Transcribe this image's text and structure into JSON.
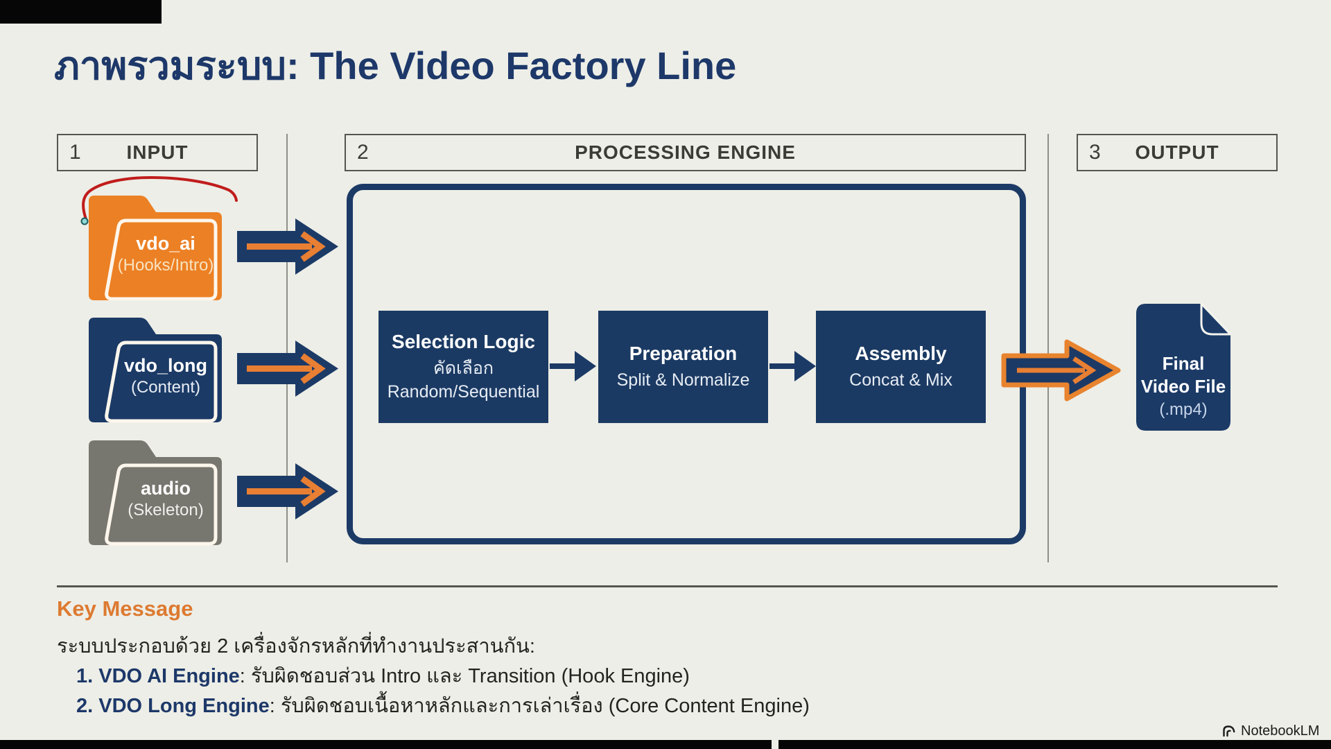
{
  "title": "ภาพรวมระบบ: The Video Factory Line",
  "headers": {
    "input": {
      "number": "1",
      "label": "INPUT"
    },
    "processing": {
      "number": "2",
      "label": "PROCESSING ENGINE"
    },
    "output": {
      "number": "3",
      "label": "OUTPUT"
    }
  },
  "folders": [
    {
      "name": "vdo_ai",
      "subtitle": "(Hooks/Intro)",
      "color": "#ec8024"
    },
    {
      "name": "vdo_long",
      "subtitle": "(Content)",
      "color": "#1b3a66"
    },
    {
      "name": "audio",
      "subtitle": "(Skeleton)",
      "color": "#77766f"
    }
  ],
  "process_steps": [
    {
      "title": "Selection Logic",
      "lines": [
        "คัดเลือก",
        "Random/Sequential"
      ]
    },
    {
      "title": "Preparation",
      "lines": [
        "Split & Normalize"
      ]
    },
    {
      "title": "Assembly",
      "lines": [
        "Concat & Mix"
      ]
    }
  ],
  "output_file": {
    "line1": "Final",
    "line2": "Video File",
    "ext": "(.mp4)"
  },
  "key_message": {
    "heading": "Key Message",
    "intro": "ระบบประกอบด้วย 2 เครื่องจักรหลักที่ทำงานประสานกัน:",
    "items": [
      {
        "bold": "1. VDO AI Engine",
        "rest": ": รับผิดชอบส่วน Intro และ Transition (Hook Engine)"
      },
      {
        "bold": "2. VDO Long Engine",
        "rest": ": รับผิดชอบเนื้อหาหลักและการเล่าเรื่อง (Core Content Engine)"
      }
    ]
  },
  "watermark": {
    "label": "NotebookLM"
  },
  "colors": {
    "background": "#edeee7",
    "navy": "#1b3a66",
    "orange": "#ec8024",
    "gray_folder": "#77766f",
    "heading_orange": "#dd7a31",
    "annotation_red": "#c01c1c",
    "text_dark": "#23231f",
    "title_navy": "#1d3869"
  }
}
